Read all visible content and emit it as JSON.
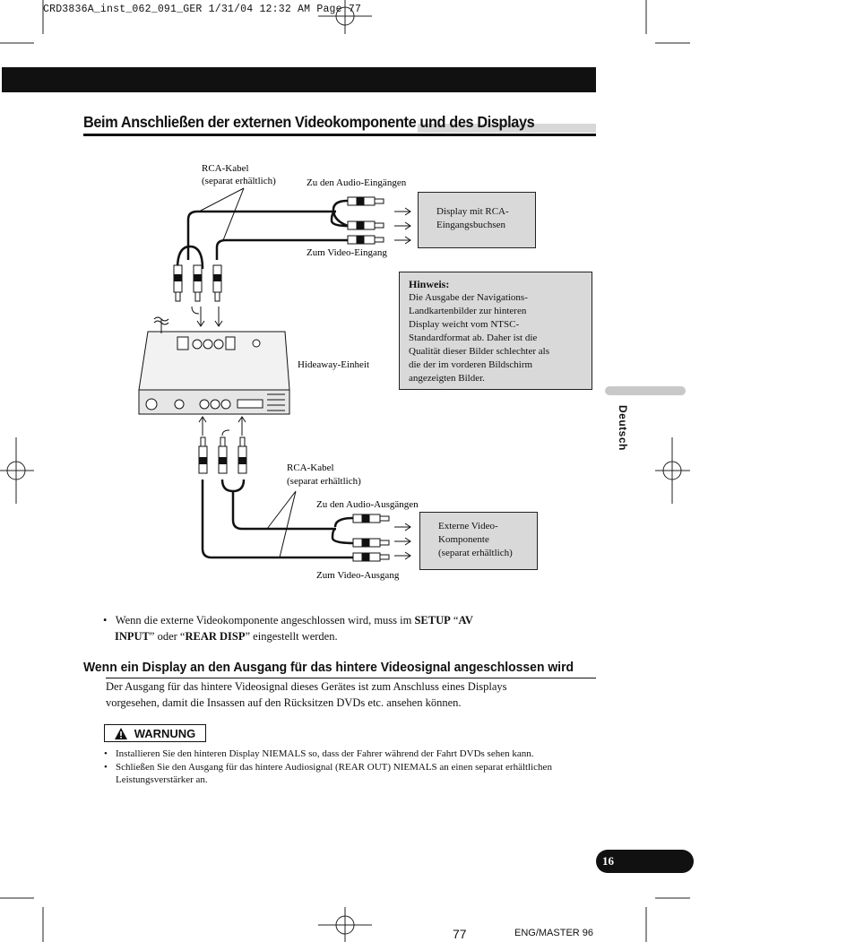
{
  "print_header": "CRD3836A_inst_062_091_GER  1/31/04 12:32 AM  Page 77",
  "section_title": "Beim Anschließen der externen Videokomponente und des Displays",
  "diagram": {
    "rca_cable_top": [
      "RCA-Kabel",
      "(separat erhältlich)"
    ],
    "audio_inputs": "Zu den Audio-Eingängen",
    "video_input": "Zum Video-Eingang",
    "display_box": [
      "Display mit RCA-",
      "Eingangsbuchsen"
    ],
    "hideaway_unit": "Hideaway-Einheit",
    "rca_cable_bottom": [
      "RCA-Kabel",
      "(separat erhältlich)"
    ],
    "audio_outputs": "Zu den Audio-Ausgängen",
    "video_output": "Zum Video-Ausgang",
    "external_box": [
      "Externe Video-",
      "Komponente",
      "(separat erhältlich)"
    ]
  },
  "note": {
    "title": "Hinweis:",
    "lines": [
      "Die Ausgabe der Navigations-",
      "Landkartenbilder zur hinteren",
      "Display weicht vom NTSC-",
      "Standardformat ab. Daher ist die",
      "Qualität dieser Bilder schlechter als",
      "die der im vorderen Bildschirm",
      "angezeigten Bilder."
    ]
  },
  "bullet": {
    "symbol": "•",
    "text1": "Wenn die externe Videokomponente angeschlossen wird, muss im ",
    "b1": "SETUP",
    "text2": " “",
    "b2": "AV",
    "b3": "INPUT",
    "text3": "” oder “",
    "b4": "REAR DISP",
    "text4": "” eingestellt werden."
  },
  "subsection_title": "Wenn ein Display an den Ausgang für das hintere Videosignal angeschlossen wird",
  "body": [
    "Der Ausgang für das hintere Videosignal dieses Gerätes ist zum Anschluss eines Displays",
    "vorgesehen, damit die Insassen auf den Rücksitzen DVDs etc. ansehen können."
  ],
  "warning": {
    "label": "WARNUNG",
    "items": [
      "Installieren Sie den hinteren Display NIEMALS so, dass der Fahrer während der Fahrt DVDs sehen kann.",
      "Schließen Sie den Ausgang für das hintere Audiosignal (REAR OUT) NIEMALS an einen separat erhältlichen Leistungsverstärker an."
    ]
  },
  "side_label": "Deutsch",
  "page_badge": "16",
  "page_number": "77",
  "footer_code": "ENG/MASTER 96"
}
